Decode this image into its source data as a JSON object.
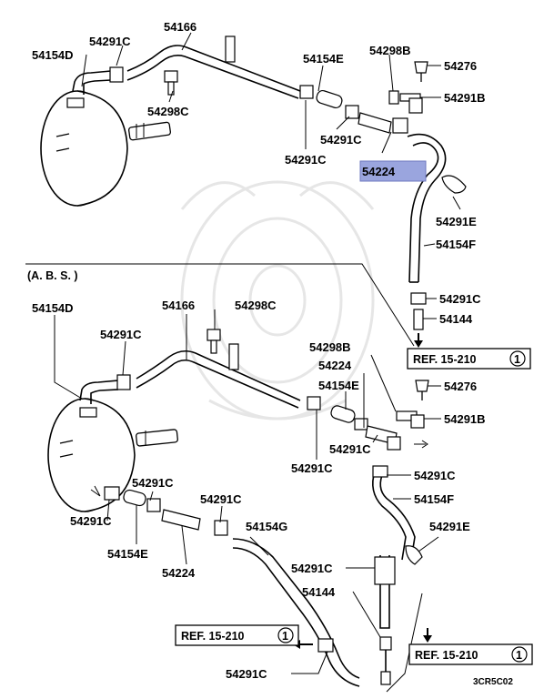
{
  "diagram": {
    "section_title": "(A. B. S. )",
    "figure_code": "3CR5C02",
    "highlight_color": "#9aa5de",
    "callouts_upper": [
      {
        "id": "u-54154D",
        "label": "54154D"
      },
      {
        "id": "u-54291C-a",
        "label": "54291C"
      },
      {
        "id": "u-54166",
        "label": "54166"
      },
      {
        "id": "u-54298C",
        "label": "54298C"
      },
      {
        "id": "u-54154E",
        "label": "54154E"
      },
      {
        "id": "u-54298B",
        "label": "54298B"
      },
      {
        "id": "u-54276",
        "label": "54276"
      },
      {
        "id": "u-54291B",
        "label": "54291B"
      },
      {
        "id": "u-54291C-b",
        "label": "54291C"
      },
      {
        "id": "u-54291C-c",
        "label": "54291C"
      },
      {
        "id": "u-54224",
        "label": "54224"
      },
      {
        "id": "u-54291E",
        "label": "54291E"
      },
      {
        "id": "u-54154F",
        "label": "54154F"
      },
      {
        "id": "u-54291C-d",
        "label": "54291C"
      },
      {
        "id": "u-54144",
        "label": "54144"
      }
    ],
    "callouts_lower": [
      {
        "id": "l-54154D",
        "label": "54154D"
      },
      {
        "id": "l-54166",
        "label": "54166"
      },
      {
        "id": "l-54298C",
        "label": "54298C"
      },
      {
        "id": "l-54291C-a",
        "label": "54291C"
      },
      {
        "id": "l-54298B",
        "label": "54298B"
      },
      {
        "id": "l-54224-a",
        "label": "54224"
      },
      {
        "id": "l-54154E-a",
        "label": "54154E"
      },
      {
        "id": "l-54276",
        "label": "54276"
      },
      {
        "id": "l-54291B",
        "label": "54291B"
      },
      {
        "id": "l-54291C-b",
        "label": "54291C"
      },
      {
        "id": "l-54291C-c",
        "label": "54291C"
      },
      {
        "id": "l-54291C-d",
        "label": "54291C"
      },
      {
        "id": "l-54154F",
        "label": "54154F"
      },
      {
        "id": "l-54291C-e",
        "label": "54291C"
      },
      {
        "id": "l-54291C-f",
        "label": "54291C"
      },
      {
        "id": "l-54291C-g",
        "label": "54291C"
      },
      {
        "id": "l-54154G",
        "label": "54154G"
      },
      {
        "id": "l-54291E",
        "label": "54291E"
      },
      {
        "id": "l-54154E-b",
        "label": "54154E"
      },
      {
        "id": "l-54224-b",
        "label": "54224"
      },
      {
        "id": "l-54291C-h",
        "label": "54291C"
      },
      {
        "id": "l-54144",
        "label": "54144"
      },
      {
        "id": "l-54291C-i",
        "label": "54291C"
      }
    ],
    "references": [
      {
        "id": "ref-1",
        "text": "REF. 15-210",
        "circle": "1"
      },
      {
        "id": "ref-2",
        "text": "REF. 15-210",
        "circle": "1"
      },
      {
        "id": "ref-3",
        "text": "REF. 15-210",
        "circle": "1"
      }
    ]
  }
}
